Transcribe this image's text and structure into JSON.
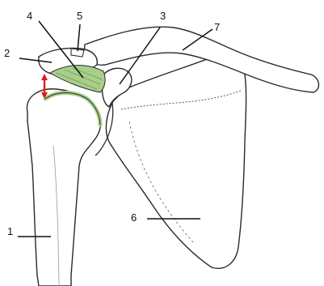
{
  "labels": {
    "l1": "1",
    "l2": "2",
    "l3": "3",
    "l4": "4",
    "l5": "5",
    "l6": "6",
    "l7": "7"
  },
  "colors": {
    "outline": "#2a2a2a",
    "bone_fill": "#ffffff",
    "highlight": "#a8cf8a",
    "arrow": "#d81e1e",
    "label": "#111111"
  }
}
